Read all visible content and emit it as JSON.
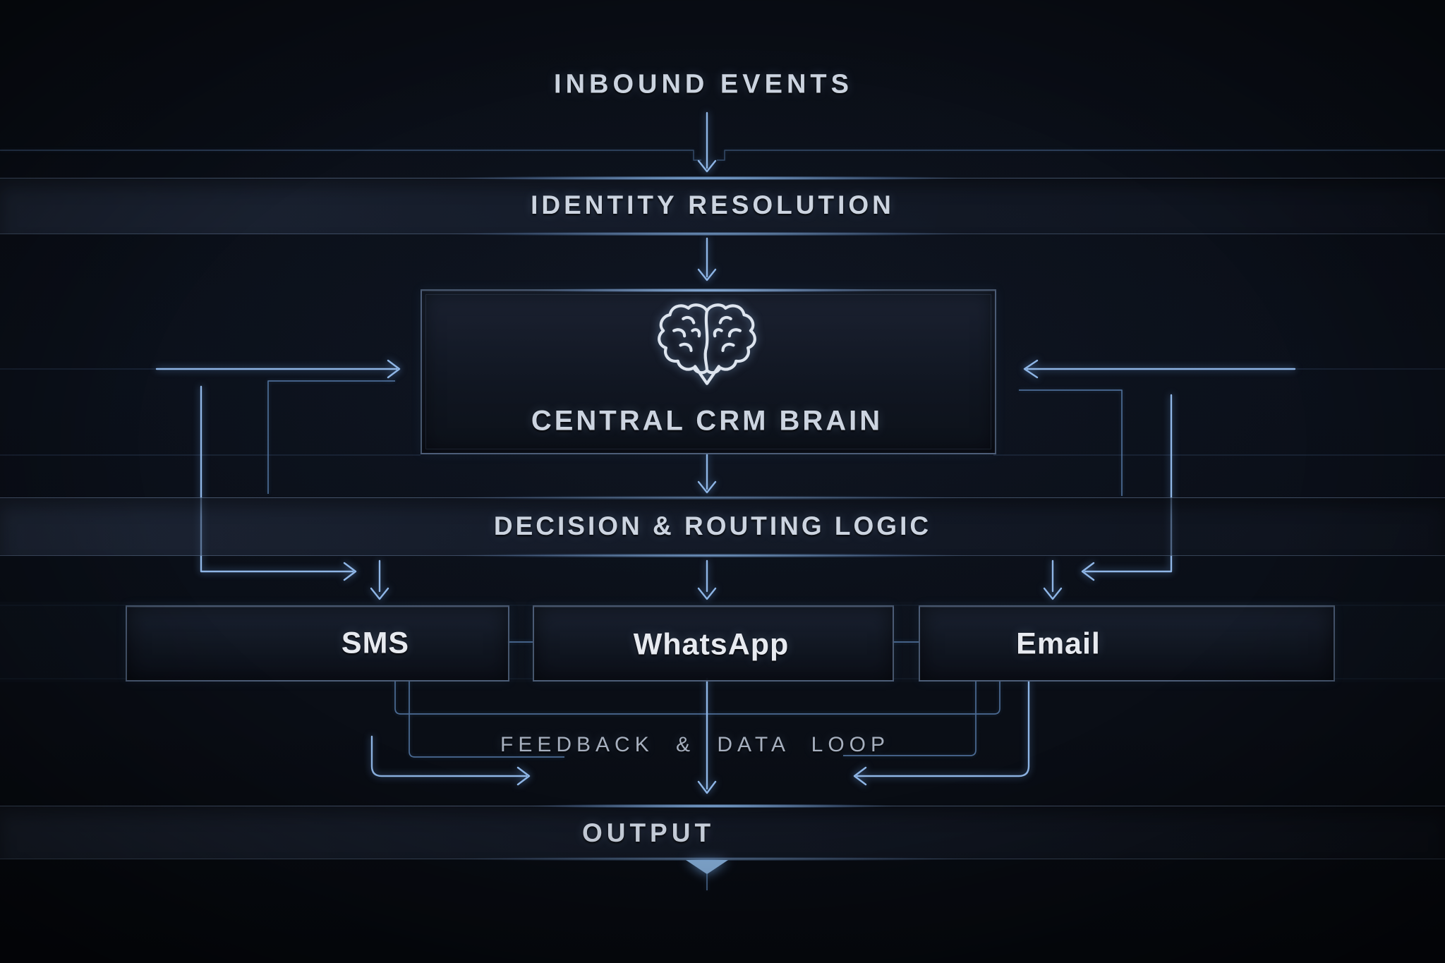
{
  "theme": {
    "bg": "#0a0e16",
    "accent": "#8fb6e6",
    "line": "#5d84b4",
    "text": "#ccd4e0",
    "text_dim": "#a7b0bf",
    "glow": "#9ccaf5"
  },
  "flow": {
    "inbound": "INBOUND EVENTS",
    "identity": "IDENTITY RESOLUTION",
    "brain": "CENTRAL CRM BRAIN",
    "decision": "DECISION & ROUTING LOGIC",
    "feedback": "FEEDBACK & DATA LOOP",
    "output": "OUTPUT"
  },
  "channels": [
    {
      "label": "SMS"
    },
    {
      "label": "WhatsApp"
    },
    {
      "label": "Email"
    }
  ],
  "icons": {
    "brain": "brain-icon"
  }
}
